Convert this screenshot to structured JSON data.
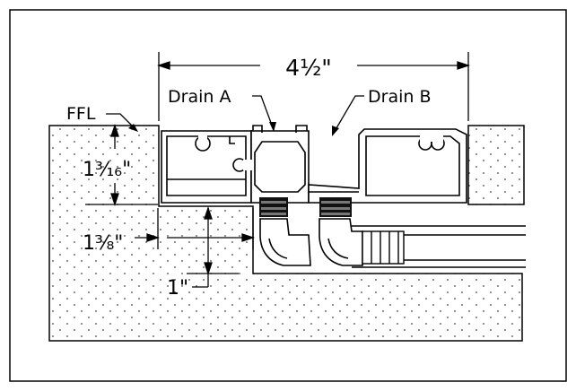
{
  "labels": {
    "overall_width": "4½\"",
    "drain_a": "Drain A",
    "drain_b": "Drain B",
    "ffl": "FFL",
    "depth_dim": "1³⁄₁₆\"",
    "side_dim": "1³⁄₈\"",
    "drop_dim": "1\""
  },
  "colors": {
    "line": "#000000",
    "concrete_fill": "#f2f2f2",
    "stipple": "#555555",
    "fitting_dark": "#111111"
  }
}
